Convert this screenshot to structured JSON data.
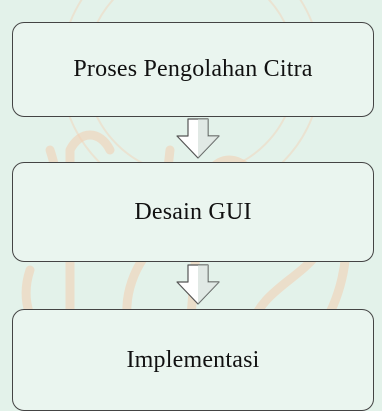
{
  "diagram": {
    "steps": [
      {
        "label": "Proses Pengolahan Citra"
      },
      {
        "label": "Desain GUI"
      },
      {
        "label": "Implementasi"
      }
    ],
    "colors": {
      "background": "#e3f2ea",
      "box_fill": "#eaf5ef",
      "box_border": "#444444",
      "arrow_fill": "#ffffff",
      "arrow_shade": "#c9d7cf",
      "watermark": "#f0c9a8"
    }
  }
}
